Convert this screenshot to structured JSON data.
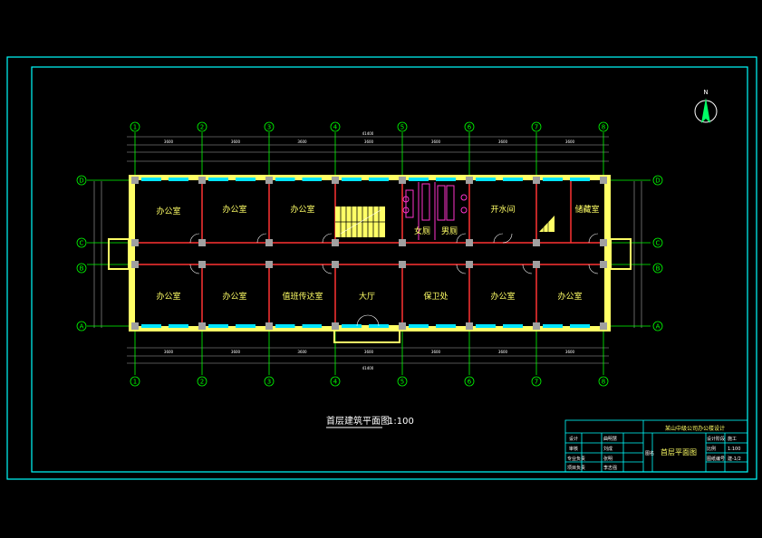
{
  "drawing": {
    "title": "首层建筑平面图",
    "scale": "1:100",
    "north_label": "N"
  },
  "axes": {
    "vertical": [
      "1",
      "2",
      "3",
      "4",
      "5",
      "6",
      "7",
      "8"
    ],
    "horizontal": [
      "D",
      "C",
      "B",
      "A"
    ]
  },
  "dimensions": {
    "overall": "41400",
    "bays": [
      "3600",
      "3600",
      "3600",
      "3600",
      "3600",
      "3600",
      "3600"
    ]
  },
  "rooms": {
    "top_1": "办公室",
    "top_2": "办公室",
    "top_3": "办公室",
    "top_6": "开水间",
    "top_7": "储藏室",
    "wc_female": "女厕",
    "wc_male": "男厕",
    "bot_1": "办公室",
    "bot_2": "办公室",
    "bot_3": "值班传达室",
    "bot_4": "大厅",
    "bot_5": "保卫处",
    "bot_6": "办公室",
    "bot_7": "办公室"
  },
  "title_block": {
    "project": "某山中级公司办公楼设计",
    "drawing_name": "首层平面图",
    "row1_a": "设计",
    "row1_b": "曲明慧",
    "row2_a": "审核",
    "row2_b": "刘成",
    "row3_a": "专业负责",
    "row3_b": "张明",
    "row4_a": "项目负责",
    "row4_b": "李志强",
    "col_mid": "图名",
    "right1_a": "设计阶段",
    "right1_b": "施工",
    "right2_a": "比例",
    "right2_b": "1:100",
    "right3_a": "图纸编号",
    "right3_b": "建-1/2"
  },
  "colors": {
    "frame": "#00ffff",
    "axis": "#00ff00",
    "wall": "#ff3333",
    "column": "#a0a0a0",
    "window": "#00e5ff",
    "fill": "#ffff66",
    "text": "#ffff66",
    "magenta": "#ff33cc"
  }
}
